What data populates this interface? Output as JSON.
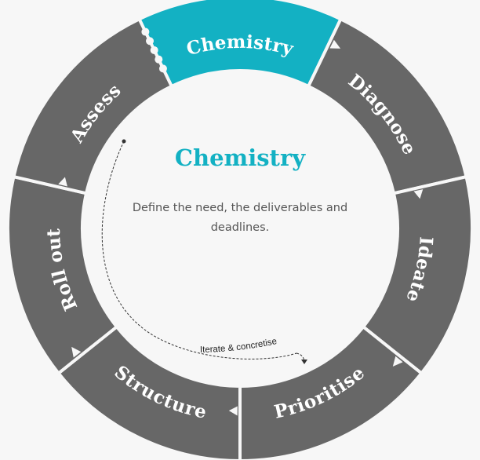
{
  "colors": {
    "active": "#13b1c3",
    "inactive": "#676767",
    "background": "#f7f7f7"
  },
  "active_index": 0,
  "segments": [
    {
      "label": "Chemistry"
    },
    {
      "label": "Diagnose"
    },
    {
      "label": "Ideate"
    },
    {
      "label": "Prioritise"
    },
    {
      "label": "Structure"
    },
    {
      "label": "Roll out"
    },
    {
      "label": "Assess"
    }
  ],
  "center": {
    "title": "Chemistry",
    "description": "Define the need, the deliverables and deadlines."
  },
  "loop": {
    "label": "Iterate & concretise"
  }
}
